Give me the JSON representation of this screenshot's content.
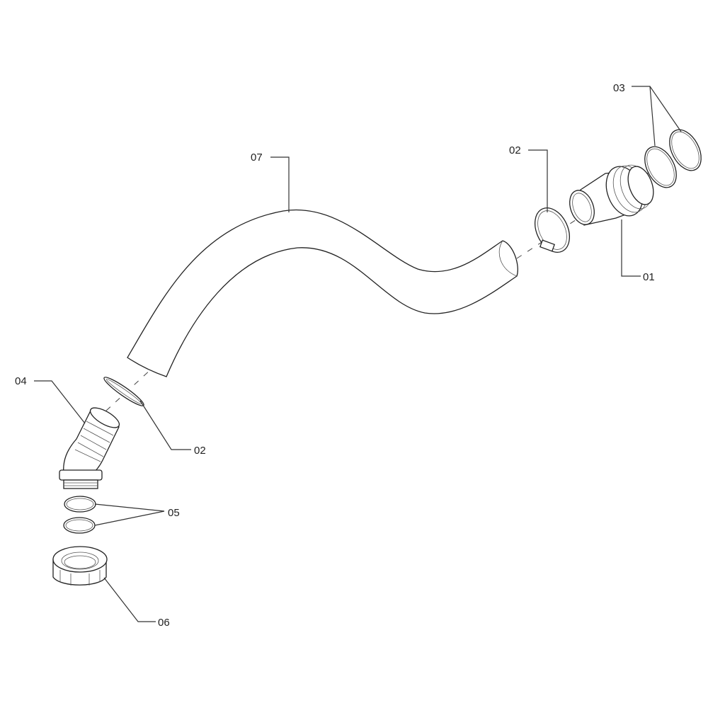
{
  "diagram": {
    "callouts": [
      {
        "id": "hose",
        "label": "07"
      },
      {
        "id": "clamp-top",
        "label": "02"
      },
      {
        "id": "rings-top",
        "label": "03"
      },
      {
        "id": "connector",
        "label": "01"
      },
      {
        "id": "elbow",
        "label": "04"
      },
      {
        "id": "clamp-bottom",
        "label": "02"
      },
      {
        "id": "rings-bottom",
        "label": "05"
      },
      {
        "id": "nut",
        "label": "06"
      }
    ],
    "colors": {
      "line": "#222222",
      "background": "#ffffff"
    }
  }
}
